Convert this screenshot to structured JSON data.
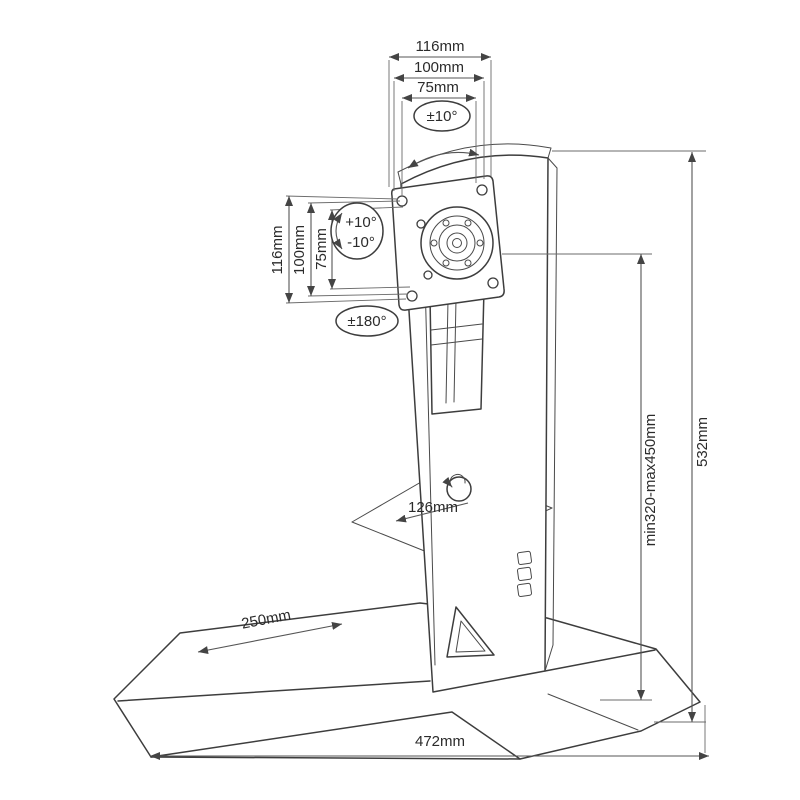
{
  "page": {
    "background": "#ffffff",
    "line_color": "#3d3d3d",
    "description": "Technical dimension drawing of a single-monitor desk stand with VESA plate"
  },
  "labels": {
    "dim_top_116": "116mm",
    "dim_top_100": "100mm",
    "dim_top_75": "75mm",
    "tilt_range": "±10°",
    "dim_left_116": "116mm",
    "dim_left_100": "100mm",
    "dim_left_75": "75mm",
    "swivel_up": "+10°",
    "swivel_down": "-10°",
    "rotation_range": "±180°",
    "dim_plate_depth": "126mm",
    "dim_leg_length": "250mm",
    "dim_base_width": "472mm",
    "dim_total_height": "532mm",
    "dim_height_range": "min320-max450mm"
  }
}
